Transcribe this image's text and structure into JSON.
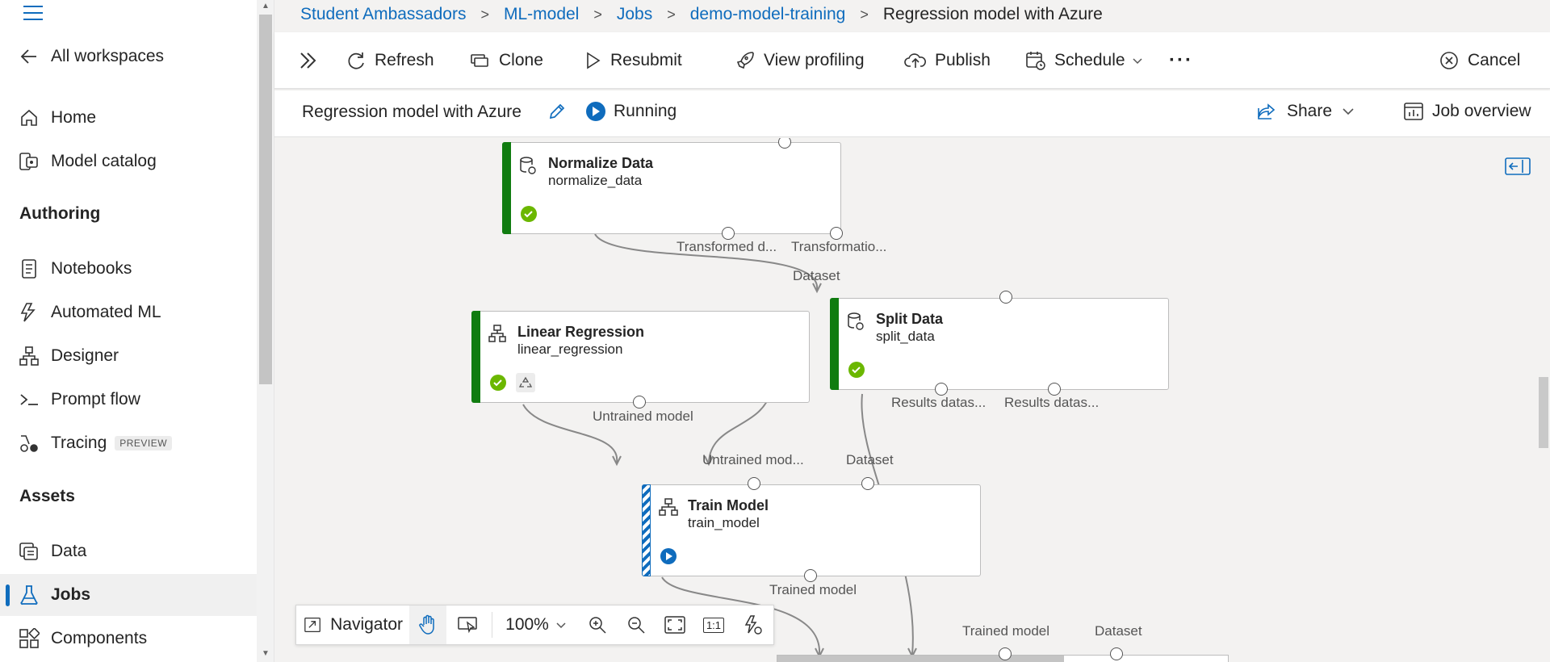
{
  "sidebar": {
    "items": [
      {
        "label": "All workspaces",
        "icon": "arrow-left-icon"
      },
      {
        "label": "Home",
        "icon": "home-icon"
      },
      {
        "label": "Model catalog",
        "icon": "model-catalog-icon"
      },
      {
        "label": "Notebooks",
        "icon": "notebook-icon"
      },
      {
        "label": "Automated ML",
        "icon": "automated-ml-icon"
      },
      {
        "label": "Designer",
        "icon": "designer-icon"
      },
      {
        "label": "Prompt flow",
        "icon": "prompt-flow-icon"
      },
      {
        "label": "Tracing",
        "icon": "tracing-icon",
        "badge": "PREVIEW"
      },
      {
        "label": "Data",
        "icon": "data-icon"
      },
      {
        "label": "Jobs",
        "icon": "jobs-icon",
        "active": true
      },
      {
        "label": "Components",
        "icon": "components-icon"
      }
    ],
    "section_authoring": "Authoring",
    "section_assets": "Assets"
  },
  "breadcrumb": {
    "items": [
      "Student Ambassadors",
      "ML-model",
      "Jobs",
      "demo-model-training"
    ],
    "current": "Regression model with Azure"
  },
  "toolbar": {
    "refresh": "Refresh",
    "clone": "Clone",
    "resubmit": "Resubmit",
    "view_profiling": "View profiling",
    "publish": "Publish",
    "schedule": "Schedule",
    "cancel": "Cancel"
  },
  "job": {
    "title": "Regression model with Azure",
    "status": "Running",
    "share": "Share",
    "overview": "Job overview"
  },
  "nodes": {
    "normalize": {
      "title": "Normalize Data",
      "subtitle": "normalize_data",
      "out1": "Transformed d...",
      "out2": "Transformatio..."
    },
    "split": {
      "title": "Split Data",
      "subtitle": "split_data",
      "in": "Dataset",
      "out1": "Results datas...",
      "out2": "Results datas..."
    },
    "linear": {
      "title": "Linear Regression",
      "subtitle": "linear_regression",
      "out": "Untrained model"
    },
    "train": {
      "title": "Train Model",
      "subtitle": "train_model",
      "in1": "Untrained mod...",
      "in2": "Dataset",
      "out": "Trained model"
    },
    "score": {
      "in1": "Trained model",
      "in2": "Dataset"
    }
  },
  "navigator": {
    "label": "Navigator",
    "zoom": "100%",
    "one_to_one": "1:1"
  },
  "colors": {
    "accent": "#0f6cbd",
    "success": "#107c10",
    "check": "#6bb700"
  }
}
